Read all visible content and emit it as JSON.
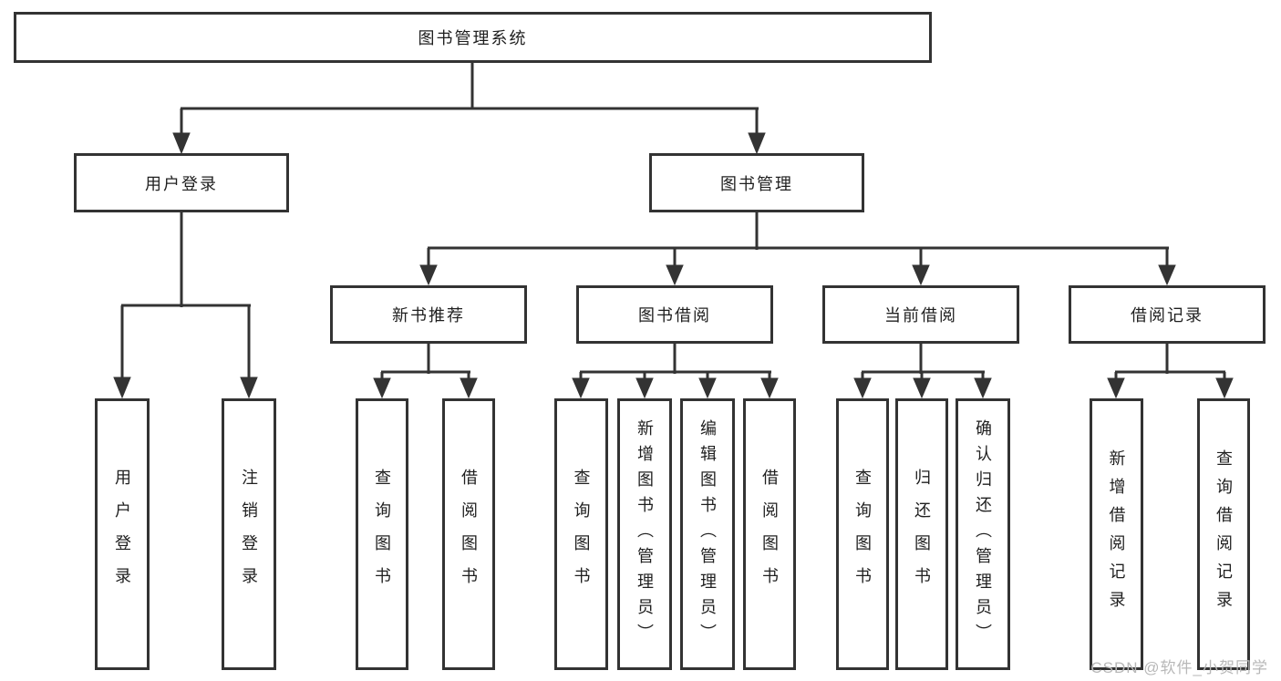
{
  "diagram_title": "图书管理系统",
  "tree": {
    "label": "图书管理系统",
    "children": [
      {
        "label": "用户登录",
        "children": [
          {
            "label": "用户登录"
          },
          {
            "label": "注销登录"
          }
        ]
      },
      {
        "label": "图书管理",
        "children": [
          {
            "label": "新书推荐",
            "children": [
              {
                "label": "查询图书"
              },
              {
                "label": "借阅图书"
              }
            ]
          },
          {
            "label": "图书借阅",
            "children": [
              {
                "label": "查询图书"
              },
              {
                "label": "新增图书（管理员）"
              },
              {
                "label": "编辑图书（管理员）"
              },
              {
                "label": "借阅图书"
              }
            ]
          },
          {
            "label": "当前借阅",
            "children": [
              {
                "label": "查询图书"
              },
              {
                "label": "归还图书"
              },
              {
                "label": "确认归还（管理员）"
              }
            ]
          },
          {
            "label": "借阅记录",
            "children": [
              {
                "label": "新增借阅记录"
              },
              {
                "label": "查询借阅记录"
              }
            ]
          }
        ]
      }
    ]
  },
  "watermark": {
    "text": "CSDN @软件_小贺同学"
  },
  "colors": {
    "background": "#ffffff",
    "box_border": "#333333",
    "connector_line": "#333333",
    "text": "#1f1f1f",
    "watermark_text": "#b8b8b8"
  }
}
